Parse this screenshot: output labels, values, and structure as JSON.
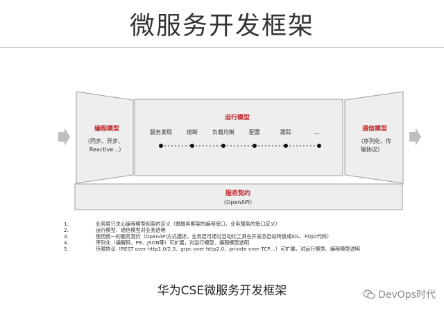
{
  "title": "微服务开发框架",
  "colors": {
    "accent_red": "#c0282d",
    "box_fill": "#eeeeee",
    "box_stroke": "#9d9d9d",
    "arrow_gray": "#bfbfbf"
  },
  "left_block": {
    "title": "编程模型",
    "line1": "（同步、异步、",
    "line2": "Reactive…）"
  },
  "middle_block": {
    "title": "运行模型",
    "items": [
      "服务发现",
      "熔断",
      "负载均衡",
      "配置",
      "跟踪",
      "…"
    ]
  },
  "right_block": {
    "title": "通信模型",
    "line1": "（序列化、传",
    "line2": "输协议）"
  },
  "bottom_block": {
    "title": "服务契约",
    "subtitle": "（OpenAPI）"
  },
  "notes": [
    {
      "num": "1.",
      "text": "业务层只关心编程模型和契约定义（微服务框架的编程接口，业务服务的接口定义）"
    },
    {
      "num": "2.",
      "text": "运行模型、通信模型对业务透明"
    },
    {
      "num": "3.",
      "text": "使用统一的服务契约（OpenAPI方式描述，业务层可通过自动化工具在开发态自动转换成IDL、POJO代码）"
    },
    {
      "num": "4.",
      "text": "序列化（编解码，PB、JSON等）可扩展，对运行模型、编程模型透明"
    },
    {
      "num": "5.",
      "text": "传输协议（REST over http1.0/2.0、grpc over http2.0、private over TCP…）可扩展，对运行模型、编程模型透明"
    }
  ],
  "caption": "华为CSE微服务开发框架",
  "watermark": "DevOps时代"
}
